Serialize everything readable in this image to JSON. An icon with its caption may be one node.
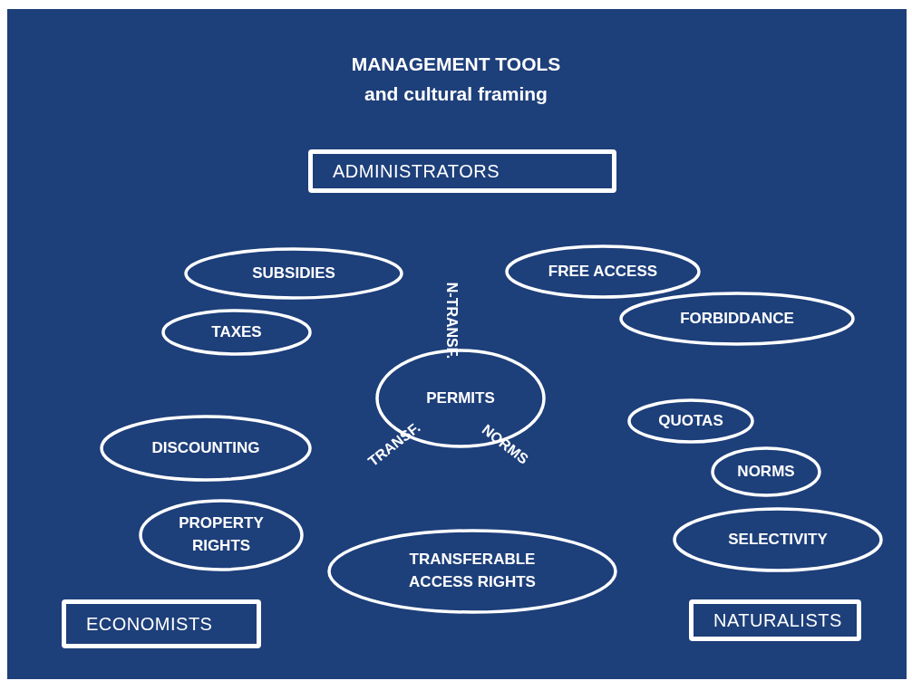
{
  "diagram": {
    "title": "MANAGEMENT TOOLS and cultural framing",
    "nodes": [
      {
        "text": [
          "ADMINISTRATORS"
        ]
      },
      {
        "text": [
          "SUBSIDIES"
        ]
      },
      {
        "text": [
          "FREE ACCESS"
        ]
      },
      {
        "text": [
          "TAXES"
        ]
      },
      {
        "text": [
          "FORBIDDANCE"
        ]
      },
      {
        "text": [
          "PERMITS"
        ]
      },
      {
        "text": [
          "QUOTAS"
        ]
      },
      {
        "text": [
          "DISCOUNTING"
        ]
      },
      {
        "text": [
          "NORMS"
        ]
      },
      {
        "text": [
          "PROPERTY RIGHTS"
        ]
      },
      {
        "text": [
          "SELECTIVITY"
        ]
      },
      {
        "text": [
          "TRANSFERABLE ACCESS RIGHTS"
        ]
      },
      {
        "text": [
          "ECONOMISTS"
        ]
      },
      {
        "text": [
          "NATURALISTS"
        ]
      }
    ],
    "edges": [],
    "labels": [
      "N-TRANSF.",
      "TRANSF.",
      "NORMS"
    ]
  }
}
